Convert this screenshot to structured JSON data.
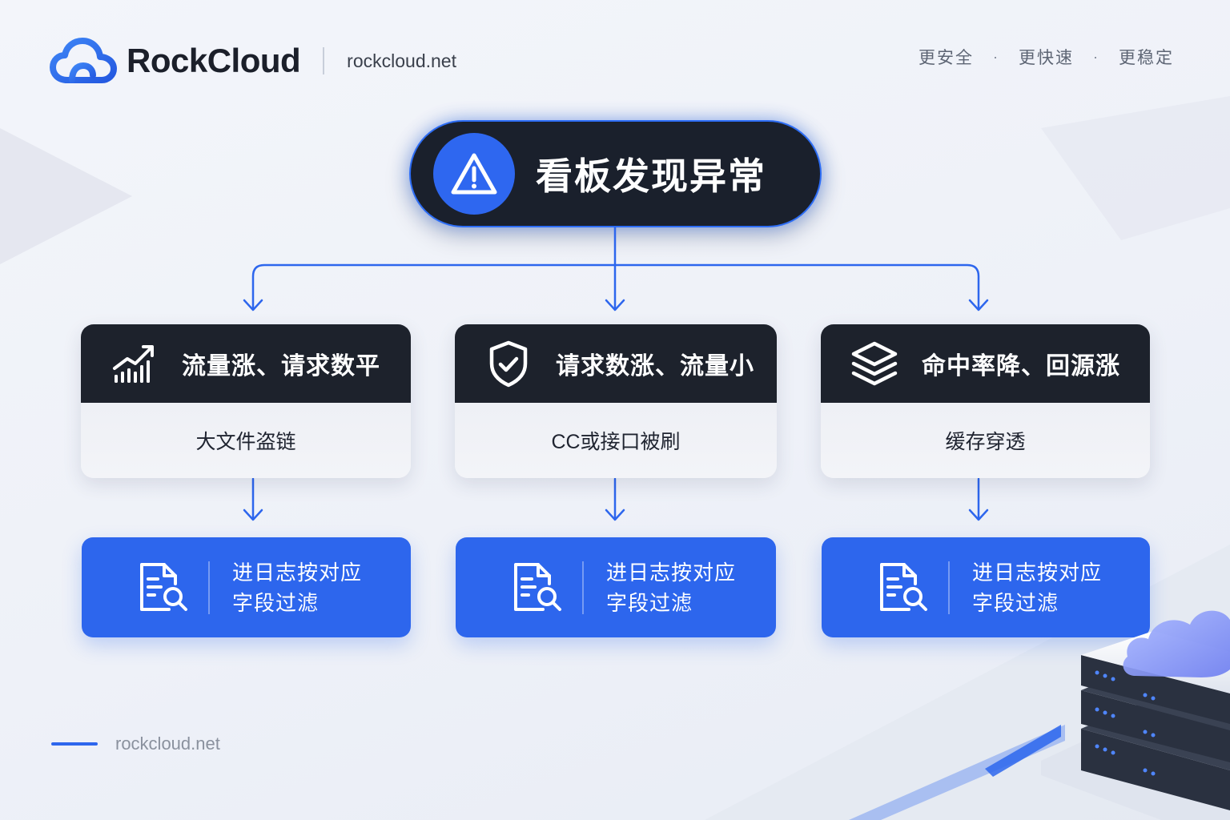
{
  "header": {
    "brand_name": "RockCloud",
    "brand_domain": "rockcloud.net",
    "tagline": [
      "更安全",
      "更快速",
      "更稳定"
    ],
    "tagline_separator": "·"
  },
  "top_node": {
    "title": "看板发现异常",
    "icon": "warning-triangle-icon"
  },
  "branches": [
    {
      "condition": "流量涨、请求数平",
      "icon": "trending-bars-icon",
      "cause": "大文件盗链",
      "action_line1": "进日志按对应",
      "action_line2": "字段过滤",
      "action_icon": "document-search-icon"
    },
    {
      "condition": "请求数涨、流量小",
      "icon": "shield-check-icon",
      "cause": "CC或接口被刷",
      "action_line1": "进日志按对应",
      "action_line2": "字段过滤",
      "action_icon": "document-search-icon"
    },
    {
      "condition": "命中率降、回源涨",
      "icon": "layers-icon",
      "cause": "缓存穿透",
      "action_line1": "进日志按对应",
      "action_line2": "字段过滤",
      "action_icon": "document-search-icon"
    }
  ],
  "footer": {
    "domain": "rockcloud.net"
  },
  "colors": {
    "accent": "#2d66ed",
    "dark": "#1d222c",
    "background": "#f0f2f8"
  }
}
